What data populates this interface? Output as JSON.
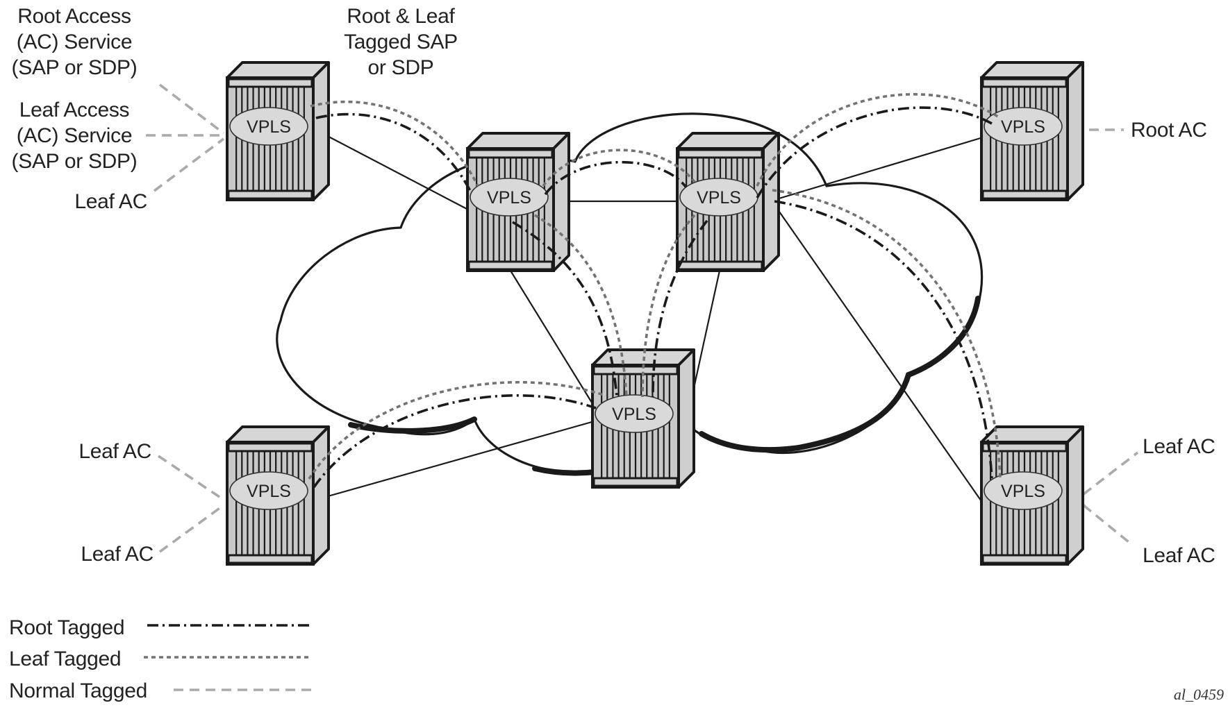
{
  "figure_id": "al_0459",
  "nodes": [
    {
      "id": "top-left",
      "label": "VPLS"
    },
    {
      "id": "center-left",
      "label": "VPLS"
    },
    {
      "id": "center-right",
      "label": "VPLS"
    },
    {
      "id": "top-right",
      "label": "VPLS"
    },
    {
      "id": "bottom-center",
      "label": "VPLS"
    },
    {
      "id": "bottom-left",
      "label": "VPLS"
    },
    {
      "id": "bottom-right",
      "label": "VPLS"
    }
  ],
  "annotations": {
    "root_access": [
      "Root Access",
      "(AC) Service",
      "(SAP or SDP)"
    ],
    "leaf_access": [
      "Leaf Access",
      "(AC) Service",
      "(SAP or SDP)"
    ],
    "top_left_leaf_ac": "Leaf AC",
    "root_leaf_tagged": [
      "Root & Leaf",
      "Tagged SAP",
      "or SDP"
    ],
    "top_right_root_ac": "Root AC",
    "bottom_left_leaf_ac_1": "Leaf AC",
    "bottom_left_leaf_ac_2": "Leaf AC",
    "bottom_right_leaf_ac_1": "Leaf AC",
    "bottom_right_leaf_ac_2": "Leaf AC"
  },
  "legend": [
    {
      "key": "root",
      "label": "Root Tagged",
      "style": "dash-dot",
      "color": "#1a1a1a"
    },
    {
      "key": "leaf",
      "label": "Leaf Tagged",
      "style": "dotted",
      "color": "#737373"
    },
    {
      "key": "normal",
      "label": "Normal Tagged",
      "style": "dashed",
      "color": "#aaaaaa"
    }
  ]
}
